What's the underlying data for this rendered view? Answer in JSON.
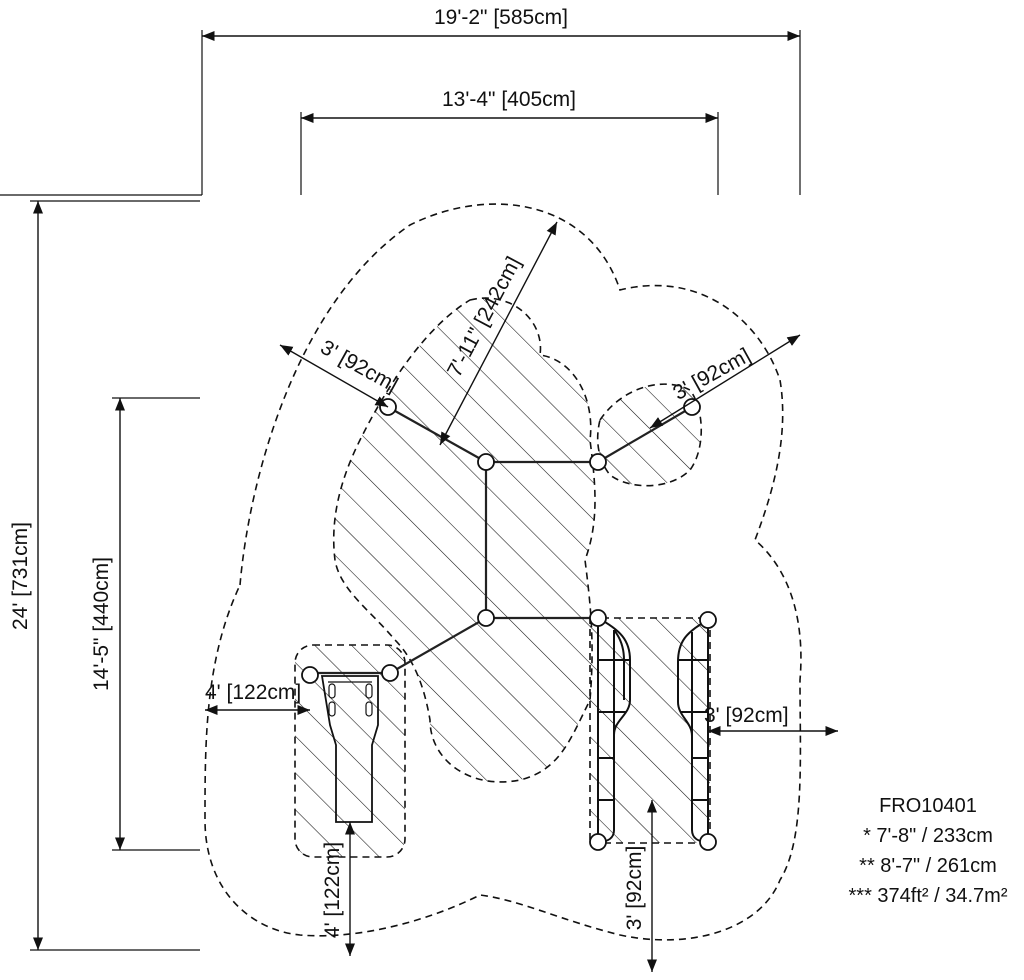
{
  "dimensions": {
    "overall_width": "19'-2\" [585cm]",
    "inner_width": "13'-4\" [405cm]",
    "overall_height": "24' [731cm]",
    "inner_height": "14'-5\" [440cm]",
    "diag_length": "7'-11\" [242cm]",
    "clear_top_left": "3' [92cm]",
    "clear_top_right": "3' [92cm]",
    "clear_left": "4' [122cm]",
    "clear_right": "3' [92cm]",
    "clear_bottom_left": "4' [122cm]",
    "clear_bottom_right": "3' [92cm]"
  },
  "spec": {
    "model": "FRO10401",
    "line1": "* 7'-8\" / 233cm",
    "line2": "** 8'-7\" / 261cm",
    "line3": "*** 374ft² / 34.7m²"
  }
}
